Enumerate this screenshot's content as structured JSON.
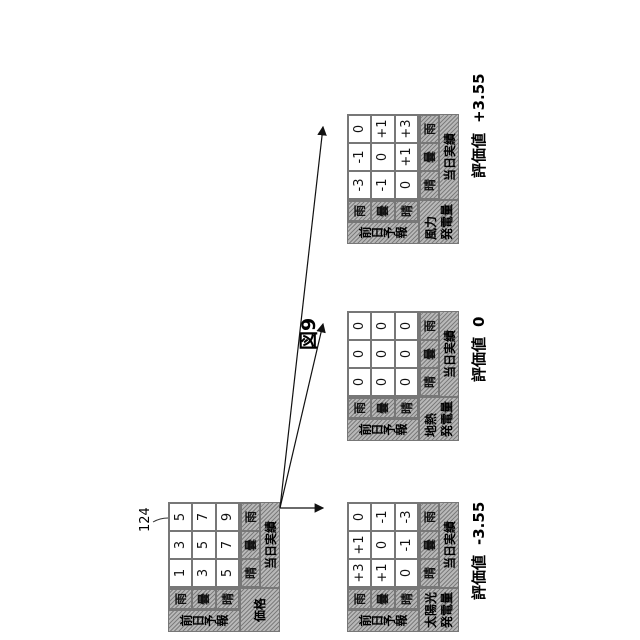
{
  "figure_label": "図9",
  "ref_number": "124",
  "price_table": {
    "side_label": "前日予報",
    "row_labels": [
      "雨",
      "曇",
      "晴"
    ],
    "col_labels": [
      "晴",
      "曇",
      "雨"
    ],
    "col_group_label": "当日実績",
    "corner_label": "価格",
    "rows": [
      [
        "1",
        "3",
        "5"
      ],
      [
        "3",
        "5",
        "7"
      ],
      [
        "5",
        "7",
        "9"
      ]
    ]
  },
  "solar_table": {
    "side_label": "前日予報",
    "row_labels": [
      "雨",
      "曇",
      "晴"
    ],
    "col_labels": [
      "晴",
      "曇",
      "雨"
    ],
    "col_group_label": "当日実績",
    "corner_label": "太陽光\n発電量",
    "rows": [
      [
        "+3",
        "+1",
        "0"
      ],
      [
        "+1",
        "0",
        "-1"
      ],
      [
        "0",
        "-1",
        "-3"
      ]
    ],
    "eval_label": "評価値",
    "eval_value": "-3.55"
  },
  "geo_table": {
    "side_label": "前日予報",
    "row_labels": [
      "雨",
      "曇",
      "晴"
    ],
    "col_labels": [
      "晴",
      "曇",
      "雨"
    ],
    "col_group_label": "当日実績",
    "corner_label": "地熱\n発電量",
    "rows": [
      [
        "0",
        "0",
        "0"
      ],
      [
        "0",
        "0",
        "0"
      ],
      [
        "0",
        "0",
        "0"
      ]
    ],
    "eval_label": "評価値",
    "eval_value": "0"
  },
  "wind_table": {
    "side_label": "前日予報",
    "row_labels": [
      "雨",
      "曇",
      "晴"
    ],
    "col_labels": [
      "晴",
      "曇",
      "雨"
    ],
    "col_group_label": "当日実績",
    "corner_label": "風力\n発電量",
    "rows": [
      [
        "-3",
        "-1",
        "0"
      ],
      [
        "-1",
        "0",
        "+1"
      ],
      [
        "0",
        "+1",
        "+3"
      ]
    ],
    "eval_label": "評価値",
    "eval_value": "+3.55"
  }
}
